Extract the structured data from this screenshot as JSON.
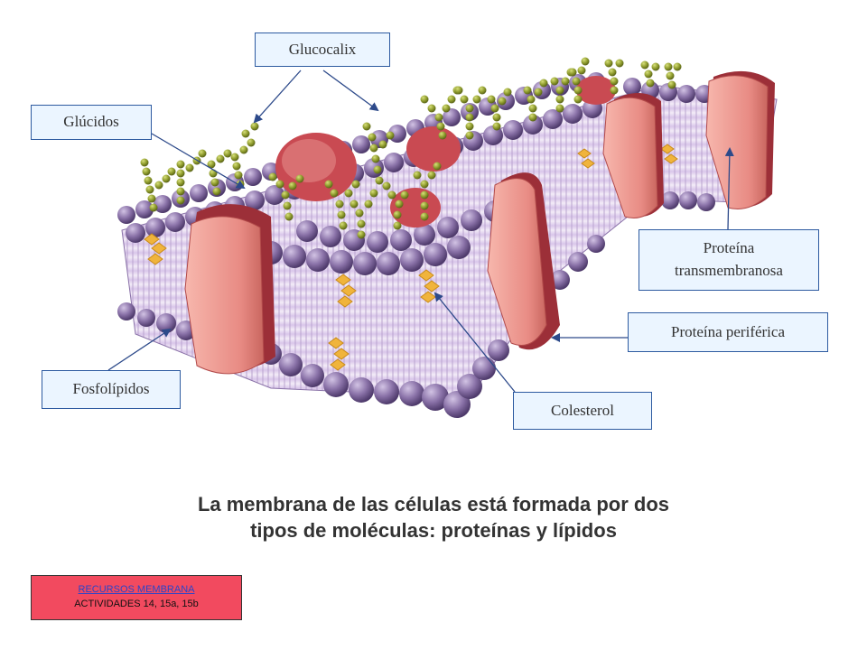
{
  "labels": {
    "glucocalix": "Glucocalix",
    "glucidos": "Glúcidos",
    "proteina_transmembranosa_line1": "Proteína",
    "proteina_transmembranosa_line2": "transmembranosa",
    "proteina_periferica": "Proteína periférica",
    "fosfolipidos": "Fosfolípidos",
    "colesterol": "Colesterol"
  },
  "caption": {
    "line1": "La membrana de las células está formada por dos",
    "line2": "tipos de moléculas: proteínas y lípidos"
  },
  "resources": {
    "link_text": "RECURSOS MEMBRANA",
    "activities_text": "ACTIVIDADES 14, 15a, 15b"
  },
  "colors": {
    "label_bg": "#ebf5ff",
    "label_border": "#2d5aa0",
    "arrow": "#2d4a8a",
    "phospholipid_head": "#8a72a8",
    "bilayer_interior": "#e4d6ee",
    "protein": "#e88b84",
    "protein_dark": "#9c2f38",
    "glycan": "#8d9a2c",
    "cholesterol": "#f0b43c",
    "resource_bg": "#f24a5f"
  }
}
